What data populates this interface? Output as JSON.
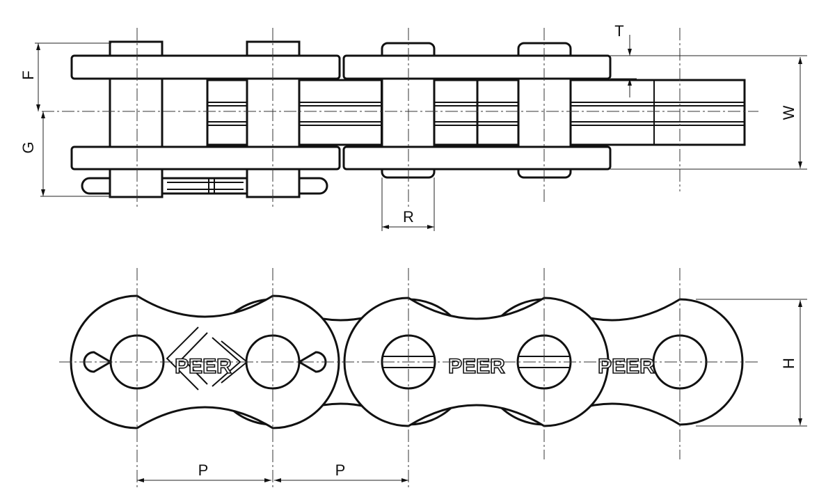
{
  "title": "Roller chain dimension drawing",
  "dimensions": {
    "F": "F",
    "G": "G",
    "T": "T",
    "W": "W",
    "R": "R",
    "P1": "P",
    "P2": "P",
    "H": "H"
  },
  "brand": "PEER",
  "colors": {
    "line": "#111111",
    "background": "#ffffff"
  }
}
